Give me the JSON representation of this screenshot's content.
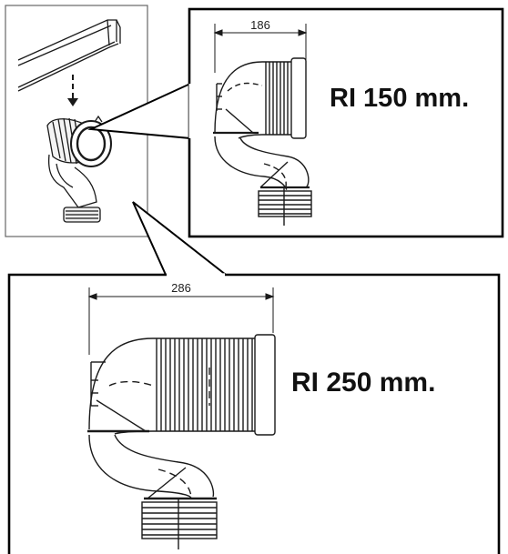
{
  "diagram": {
    "top_variant": {
      "dimension_label": "186",
      "reach_label": "RI 150 mm."
    },
    "bottom_variant": {
      "dimension_label": "286",
      "reach_label": "RI 250 mm."
    }
  },
  "colors": {
    "line": "#1a1a1a",
    "panel_border": "#000000",
    "thumbnail_border": "#666666",
    "background": "#ffffff"
  }
}
